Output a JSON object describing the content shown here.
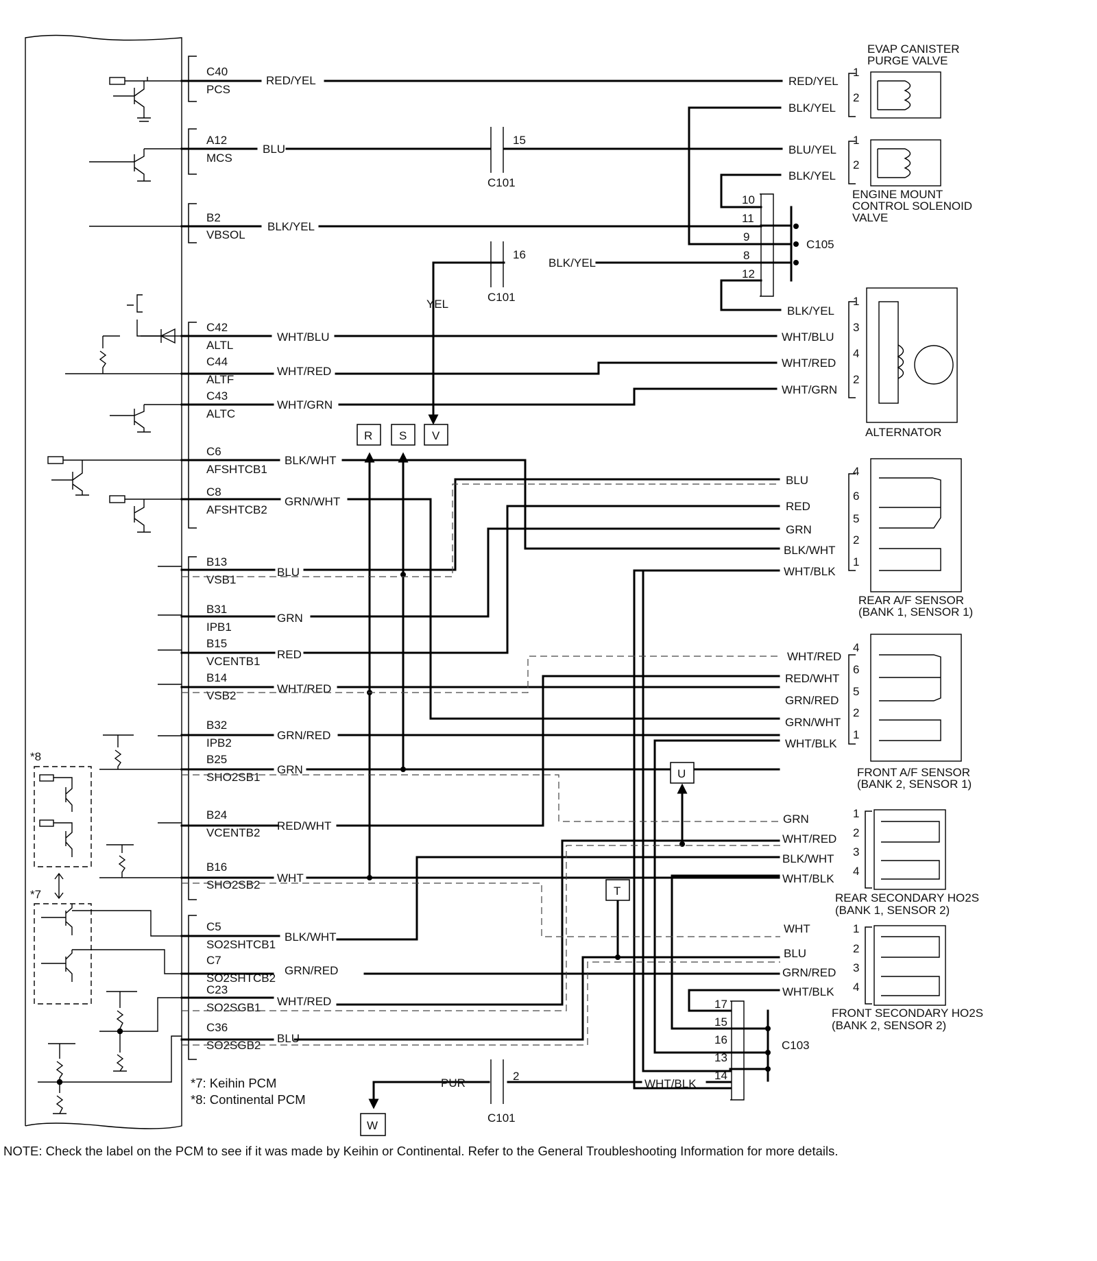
{
  "note": "NOTE: Check the label on the PCM to see if it was made by Keihin or Continental. Refer to the General Troubleshooting Information for more details.",
  "footnotes": [
    "*7: Keihin PCM",
    "*8: Continental PCM"
  ],
  "markers": {
    "m7": "*7",
    "m8": "*8"
  },
  "pins": [
    {
      "id": "C40",
      "name": "PCS",
      "wire": "RED/YEL"
    },
    {
      "id": "A12",
      "name": "MCS",
      "wire": "BLU"
    },
    {
      "id": "B2",
      "name": "VBSOL",
      "wire": "BLK/YEL"
    },
    {
      "id": "C42",
      "name": "ALTL",
      "wire": "WHT/BLU"
    },
    {
      "id": "C44",
      "name": "ALTF",
      "wire": "WHT/RED"
    },
    {
      "id": "C43",
      "name": "ALTC",
      "wire": "WHT/GRN"
    },
    {
      "id": "C6",
      "name": "AFSHTCB1",
      "wire": "BLK/WHT"
    },
    {
      "id": "C8",
      "name": "AFSHTCB2",
      "wire": "GRN/WHT"
    },
    {
      "id": "B13",
      "name": "VSB1",
      "wire": "BLU"
    },
    {
      "id": "B31",
      "name": "IPB1",
      "wire": "GRN"
    },
    {
      "id": "B15",
      "name": "VCENTB1",
      "wire": "RED"
    },
    {
      "id": "B14",
      "name": "VSB2",
      "wire": "WHT/RED"
    },
    {
      "id": "B32",
      "name": "IPB2",
      "wire": "GRN/RED"
    },
    {
      "id": "B25",
      "name": "SHO2SB1",
      "wire": "GRN"
    },
    {
      "id": "B24",
      "name": "VCENTB2",
      "wire": "RED/WHT"
    },
    {
      "id": "B16",
      "name": "SHO2SB2",
      "wire": "WHT"
    },
    {
      "id": "C5",
      "name": "SO2SHTCB1",
      "wire": "BLK/WHT"
    },
    {
      "id": "C7",
      "name": "SO2SHTCB2",
      "wire": "GRN/RED"
    },
    {
      "id": "C23",
      "name": "SO2SGB1",
      "wire": "WHT/RED"
    },
    {
      "id": "C36",
      "name": "SO2SGB2",
      "wire": "BLU"
    }
  ],
  "connectors": {
    "c101": {
      "name": "C101",
      "pins": [
        "15",
        "16",
        "2"
      ]
    },
    "c105": {
      "name": "C105",
      "pins": [
        "10",
        "11",
        "9",
        "8",
        "12"
      ]
    },
    "c103": {
      "name": "C103",
      "pins": [
        "17",
        "15",
        "16",
        "13",
        "14"
      ]
    }
  },
  "mid_wires": {
    "blk_yel": "BLK/YEL",
    "yel": "YEL",
    "pur": "PUR",
    "wht_blk": "WHT/BLK"
  },
  "refs": [
    "R",
    "S",
    "V",
    "U",
    "T",
    "W"
  ],
  "components": [
    {
      "name": "EVAP CANISTER\nPURGE VALVE",
      "pins": [
        {
          "n": "1",
          "wire": "RED/YEL"
        },
        {
          "n": "2",
          "wire": "BLK/YEL"
        }
      ]
    },
    {
      "name": "ENGINE MOUNT\nCONTROL SOLENOID\nVALVE",
      "pins": [
        {
          "n": "1",
          "wire": "BLU/YEL"
        },
        {
          "n": "2",
          "wire": "BLK/YEL"
        }
      ]
    },
    {
      "name": "ALTERNATOR",
      "pins": [
        {
          "n": "1",
          "wire": "BLK/YEL"
        },
        {
          "n": "3",
          "wire": "WHT/BLU"
        },
        {
          "n": "4",
          "wire": "WHT/RED"
        },
        {
          "n": "2",
          "wire": "WHT/GRN"
        }
      ]
    },
    {
      "name": "REAR A/F SENSOR\n(BANK 1, SENSOR 1)",
      "pins": [
        {
          "n": "4",
          "wire": "BLU"
        },
        {
          "n": "6",
          "wire": "RED"
        },
        {
          "n": "5",
          "wire": "GRN"
        },
        {
          "n": "2",
          "wire": "BLK/WHT"
        },
        {
          "n": "1",
          "wire": "WHT/BLK"
        }
      ]
    },
    {
      "name": "FRONT A/F SENSOR\n(BANK 2, SENSOR 1)",
      "pins": [
        {
          "n": "4",
          "wire": "WHT/RED"
        },
        {
          "n": "6",
          "wire": "RED/WHT"
        },
        {
          "n": "5",
          "wire": "GRN/RED"
        },
        {
          "n": "2",
          "wire": "GRN/WHT"
        },
        {
          "n": "1",
          "wire": "WHT/BLK"
        }
      ]
    },
    {
      "name": "REAR SECONDARY HO2S\n(BANK 1, SENSOR 2)",
      "pins": [
        {
          "n": "1",
          "wire": "GRN"
        },
        {
          "n": "2",
          "wire": "WHT/RED"
        },
        {
          "n": "3",
          "wire": "BLK/WHT"
        },
        {
          "n": "4",
          "wire": "WHT/BLK"
        }
      ]
    },
    {
      "name": "FRONT SECONDARY HO2S\n(BANK 2, SENSOR 2)",
      "pins": [
        {
          "n": "1",
          "wire": "WHT"
        },
        {
          "n": "2",
          "wire": "BLU"
        },
        {
          "n": "3",
          "wire": "GRN/RED"
        },
        {
          "n": "4",
          "wire": "WHT/BLK"
        }
      ]
    }
  ]
}
